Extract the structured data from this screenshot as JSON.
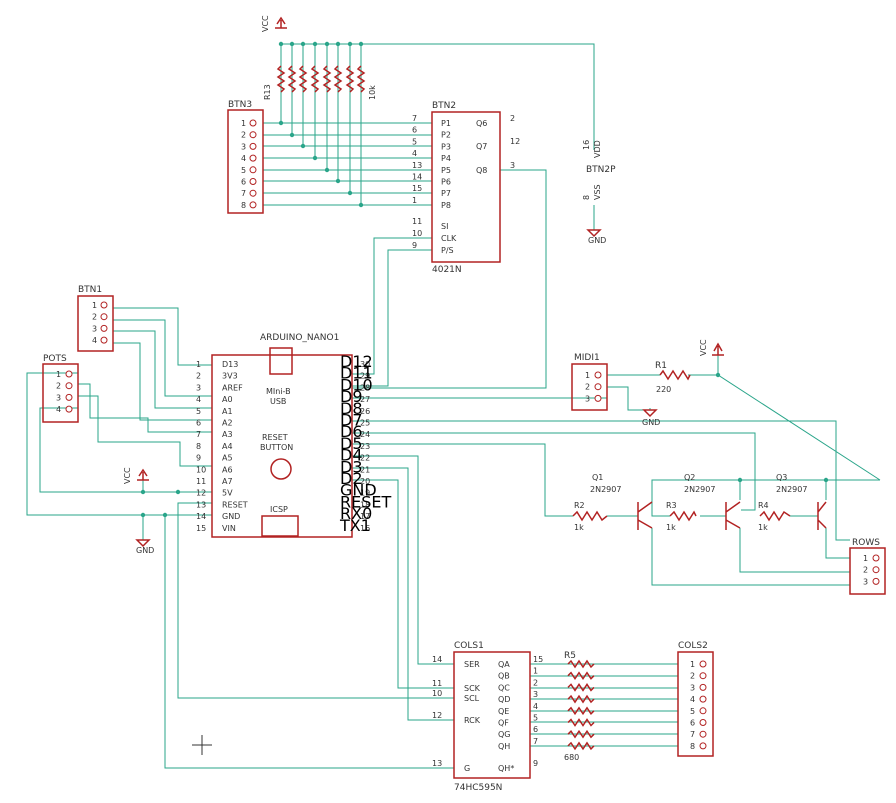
{
  "colors": {
    "wire": "#2aa58a",
    "part": "#b22222",
    "text": "#333333",
    "junction": "#2aa58a"
  },
  "btn3": {
    "name": "BTN3",
    "pins": [
      "1",
      "2",
      "3",
      "4",
      "5",
      "6",
      "7",
      "8"
    ]
  },
  "btn2": {
    "name": "BTN2",
    "part": "4021N",
    "pins_left": [
      {
        "num": "7",
        "label": "P1"
      },
      {
        "num": "6",
        "label": "P2"
      },
      {
        "num": "5",
        "label": "P3"
      },
      {
        "num": "4",
        "label": "P4"
      },
      {
        "num": "13",
        "label": "P5"
      },
      {
        "num": "14",
        "label": "P6"
      },
      {
        "num": "15",
        "label": "P7"
      },
      {
        "num": "1",
        "label": "P8"
      }
    ],
    "pins_ctrl": [
      {
        "num": "11",
        "label": "SI"
      },
      {
        "num": "10",
        "label": "CLK"
      },
      {
        "num": "9",
        "label": "P/S"
      }
    ],
    "pins_right": [
      {
        "num": "2",
        "label": "Q6"
      },
      {
        "num": "12",
        "label": "Q7"
      },
      {
        "num": "3",
        "label": "Q8"
      }
    ],
    "power": {
      "name": "BTN2P",
      "vdd_num": "16",
      "vdd": "VDD",
      "vss_num": "8",
      "vss": "VSS"
    }
  },
  "resistor_array_top": {
    "first": "R13",
    "last": "10k"
  },
  "btn1": {
    "name": "BTN1",
    "pins": [
      "1",
      "2",
      "3",
      "4"
    ]
  },
  "pots": {
    "name": "POTS",
    "pins": [
      "1",
      "2",
      "3",
      "4"
    ]
  },
  "arduino": {
    "name": "ARDUINO_NANO1",
    "usb": "MIni-B",
    "usb2": "USB",
    "reset1": "RESET",
    "reset2": "BUTTON",
    "icsp": "ICSP",
    "left": [
      {
        "num": "1",
        "label": "D13"
      },
      {
        "num": "2",
        "label": "3V3"
      },
      {
        "num": "3",
        "label": "AREF"
      },
      {
        "num": "4",
        "label": "A0"
      },
      {
        "num": "5",
        "label": "A1"
      },
      {
        "num": "6",
        "label": "A2"
      },
      {
        "num": "7",
        "label": "A3"
      },
      {
        "num": "8",
        "label": "A4"
      },
      {
        "num": "9",
        "label": "A5"
      },
      {
        "num": "10",
        "label": "A6"
      },
      {
        "num": "11",
        "label": "A7"
      },
      {
        "num": "12",
        "label": "5V"
      },
      {
        "num": "13",
        "label": "RESET"
      },
      {
        "num": "14",
        "label": "GND"
      },
      {
        "num": "15",
        "label": "VIN"
      }
    ],
    "right": [
      {
        "num": "30",
        "label": "D12"
      },
      {
        "num": "29",
        "label": "D11"
      },
      {
        "num": "28",
        "label": "D10"
      },
      {
        "num": "27",
        "label": "D9"
      },
      {
        "num": "26",
        "label": "D8"
      },
      {
        "num": "25",
        "label": "D7"
      },
      {
        "num": "24",
        "label": "D6"
      },
      {
        "num": "23",
        "label": "D5"
      },
      {
        "num": "22",
        "label": "D4"
      },
      {
        "num": "21",
        "label": "D3"
      },
      {
        "num": "20",
        "label": "D2"
      },
      {
        "num": "19",
        "label": "GND"
      },
      {
        "num": "18",
        "label": "RESET"
      },
      {
        "num": "17",
        "label": "RX0"
      },
      {
        "num": "16",
        "label": "TX1"
      }
    ]
  },
  "midi": {
    "name": "MIDI1",
    "pins": [
      "1",
      "2",
      "3"
    ],
    "r1": "R1",
    "r1_val": "220"
  },
  "rows": {
    "name": "ROWS",
    "pins": [
      "1",
      "2",
      "3"
    ]
  },
  "transistors": [
    {
      "name": "Q1",
      "part": "2N2907",
      "r": "R2",
      "r_val": "1k"
    },
    {
      "name": "Q2",
      "part": "2N2907",
      "r": "R3",
      "r_val": "1k"
    },
    {
      "name": "Q3",
      "part": "2N2907",
      "r": "R4",
      "r_val": "1k"
    }
  ],
  "cols1": {
    "name": "COLS1",
    "part": "74HC595N",
    "left": [
      {
        "num": "14",
        "label": "SER"
      },
      {
        "num": "11",
        "label": "SCK"
      },
      {
        "num": "10",
        "label": "SCL"
      },
      {
        "num": "12",
        "label": "RCK"
      },
      {
        "num": "13",
        "label": "G"
      }
    ],
    "right": [
      {
        "num": "15",
        "label": "QA"
      },
      {
        "num": "1",
        "label": "QB"
      },
      {
        "num": "2",
        "label": "QC"
      },
      {
        "num": "3",
        "label": "QD"
      },
      {
        "num": "4",
        "label": "QE"
      },
      {
        "num": "5",
        "label": "QF"
      },
      {
        "num": "6",
        "label": "QG"
      },
      {
        "num": "7",
        "label": "QH"
      },
      {
        "num": "9",
        "label": "QH*"
      }
    ]
  },
  "cols2": {
    "name": "COLS2",
    "pins": [
      "1",
      "2",
      "3",
      "4",
      "5",
      "6",
      "7",
      "8"
    ]
  },
  "r5": {
    "name": "R5",
    "val": "680"
  },
  "power": {
    "vcc": "VCC",
    "gnd": "GND"
  }
}
